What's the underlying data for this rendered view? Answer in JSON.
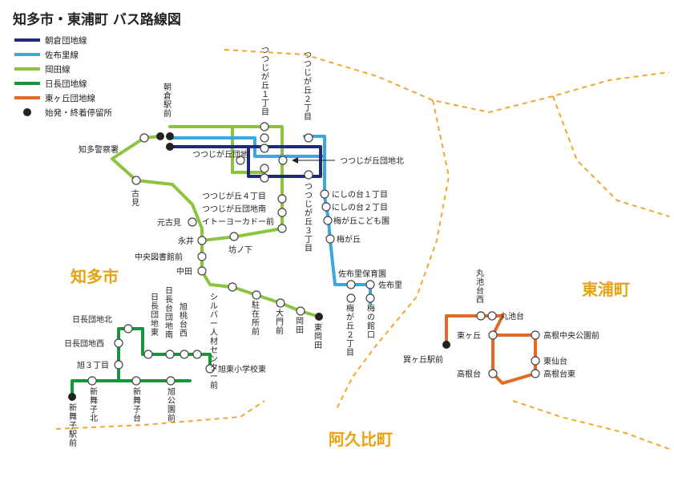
{
  "title": "知多市・東浦町 バス路線図",
  "colors": {
    "asakura": "#1f2a7a",
    "fujisato": "#3aa8dd",
    "okada": "#8cc43f",
    "hinaga": "#14973a",
    "higashigaoka": "#e26a22",
    "boundary": "#f0a830",
    "town": "#e8a10f"
  },
  "legend": {
    "asakura": "朝倉団地線",
    "fujisato": "佐布里線",
    "okada": "岡田線",
    "hinaga": "日長団地線",
    "higashigaoka": "東ヶ丘団地線",
    "terminal": "始発・終着停留所"
  },
  "towns": {
    "chita": "知多市",
    "higashiura": "東浦町",
    "agui": "阿久比町"
  },
  "stops": {
    "asakura_eki": "朝倉駅前",
    "keisatsu": "知多警察署",
    "furumi": "古見",
    "motofurumi": "元古見",
    "nagai": "永井",
    "boonoshita": "坊ノ下",
    "toshokan": "中央図書館前",
    "nakata": "中田",
    "silver": "シルバー人材センター前",
    "chuzaisho": "駐在所前",
    "daimon": "大門前",
    "okada": "岡田",
    "higashiokada": "東岡田",
    "tsutsuji1": "つつじが丘１丁目",
    "tsutsuji2": "つつじが丘２丁目",
    "tsutsuji3": "つつじが丘３丁目",
    "tsutsuji4": "つつじが丘４丁目",
    "tsutsuji_danchi": "つつじが丘団地",
    "tsutsuji_kita": "つつじが丘団地北",
    "tsutsuji_minami": "つつじが丘団地南",
    "itoyokado": "イトーヨーカドー前",
    "nishinodai1": "にしの台１丁目",
    "nishinodai2": "にしの台２丁目",
    "umegaoka_kodomo": "梅が丘こども園",
    "umegaoka": "梅が丘",
    "fujisato_hoiku": "佐布里保育園",
    "fujisato": "佐布里",
    "umegaoka2": "梅が丘２丁目",
    "umenoyakata": "梅の館口",
    "hinaga_kita": "日長団地北",
    "hinaga_nishi": "日長団地西",
    "asahi3": "旭３丁目",
    "shinmaiko_eki": "新舞子駅前",
    "shinmaiko_kita": "新舞子北",
    "shinmaiko_dai": "新舞子台",
    "asahi_koen": "旭公園前",
    "hinaga_higashi": "日長団地東",
    "hinaga_minami": "日長台団地南",
    "asahi_momo": "旭桃台西",
    "asahi_higashi_sho": "旭東小学校東",
    "marunoike_nishi": "丸池台西",
    "marunoike": "丸池台",
    "higashigaoka": "東ヶ丘",
    "agui_eki": "巽ヶ丘駅前",
    "takane": "高根台",
    "takane_koen": "高根中央公園前",
    "higashisendai": "東仙台",
    "takane_higashi": "高根台東"
  }
}
